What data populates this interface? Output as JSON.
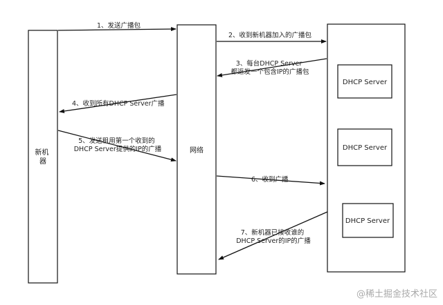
{
  "nodes": {
    "new_machine": "新机\n器",
    "network": "网络",
    "servers": [
      "DHCP Server",
      "DHCP Server",
      "DHCP Server"
    ]
  },
  "messages": [
    "1、发送广播包",
    "2、收到新机器加入的广播包",
    "3、每台DHCP Server\n都返发一个包含IP的广播包",
    "4、收到所有DHCP Server广播",
    "5、发送租用第一个收到的\nDHCP Server提供的IP的广播",
    "6、收到广播",
    "7、新机器已接收谁的\nDHCP Server的IP的广播"
  ],
  "watermark": "@稀土掘金技术社区"
}
